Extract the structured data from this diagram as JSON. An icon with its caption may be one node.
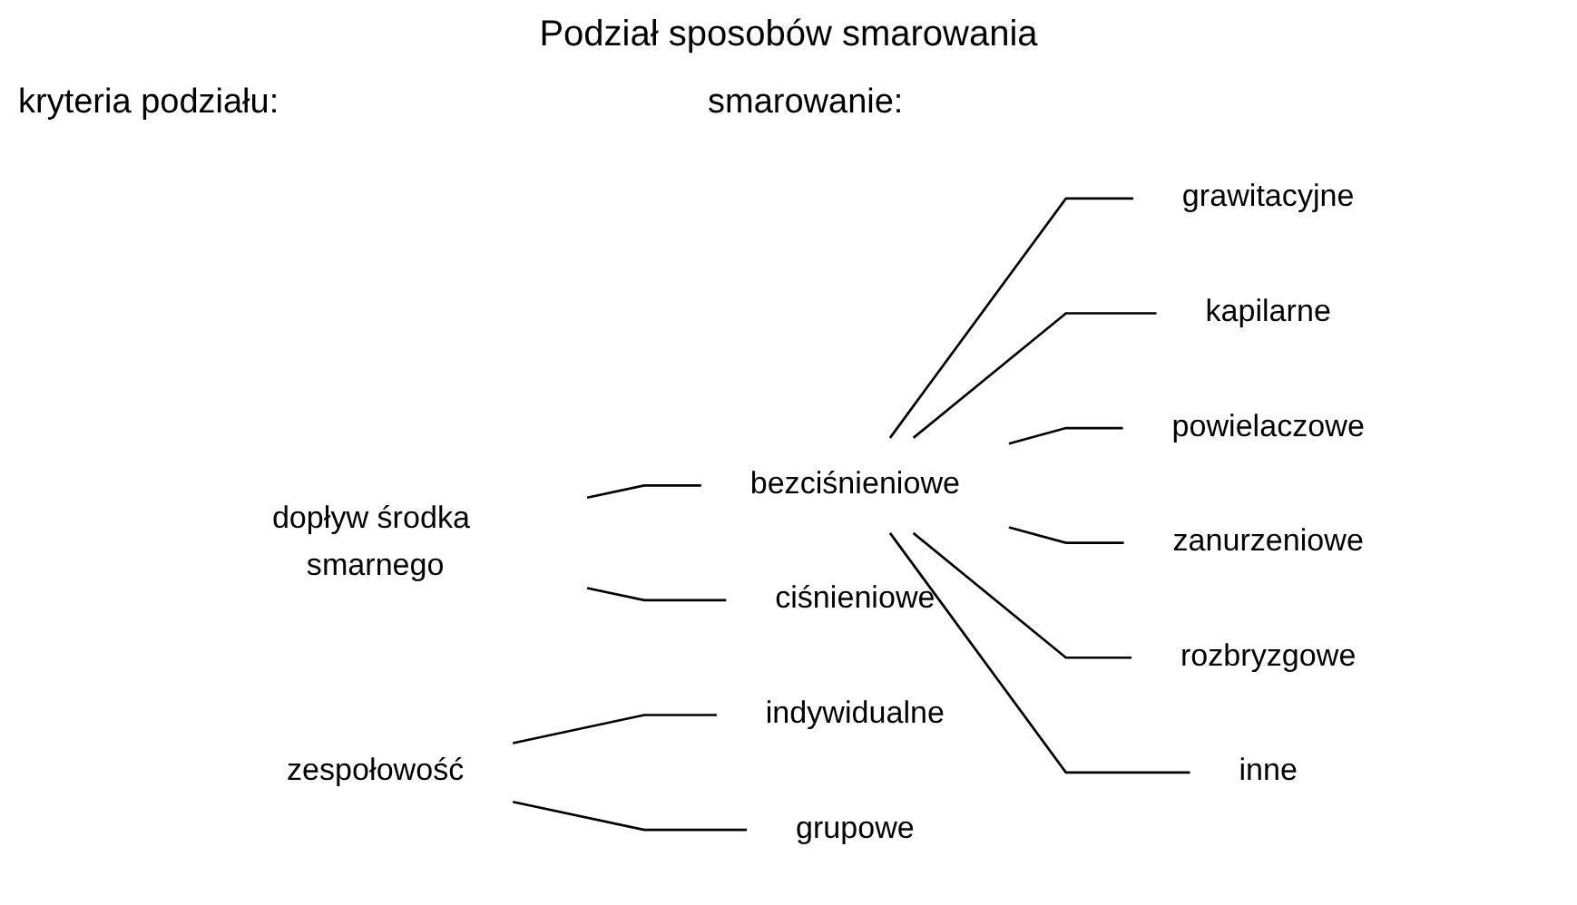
{
  "diagram": {
    "title": "Podział sposobów smarowania",
    "nodes": [
      {
        "text": [
          "dopływ środka smarnego"
        ]
      },
      {
        "text": [
          "bezciśnieniowe"
        ]
      },
      {
        "text": [
          "ciśnieniowe"
        ]
      },
      {
        "text": [
          "grawitacyjne"
        ]
      },
      {
        "text": [
          "kapilarne"
        ]
      },
      {
        "text": [
          "powielaczowe"
        ]
      },
      {
        "text": [
          "zanurzeniowe"
        ]
      },
      {
        "text": [
          "rozbryzgowe"
        ]
      },
      {
        "text": [
          "inne"
        ]
      },
      {
        "text": [
          "zespołowość"
        ]
      },
      {
        "text": [
          "indywidualne"
        ]
      },
      {
        "text": [
          "grupowe"
        ]
      }
    ],
    "edges": [
      {
        "from": 0,
        "to": 1,
        "arrow": "none"
      },
      {
        "from": 0,
        "to": 2,
        "arrow": "none"
      },
      {
        "from": 1,
        "to": 3,
        "arrow": "none"
      },
      {
        "from": 1,
        "to": 4,
        "arrow": "none"
      },
      {
        "from": 1,
        "to": 5,
        "arrow": "none"
      },
      {
        "from": 1,
        "to": 6,
        "arrow": "none"
      },
      {
        "from": 1,
        "to": 7,
        "arrow": "none"
      },
      {
        "from": 1,
        "to": 8,
        "arrow": "none"
      },
      {
        "from": 9,
        "to": 10,
        "arrow": "none"
      },
      {
        "from": 9,
        "to": 11,
        "arrow": "none"
      }
    ],
    "labels": [
      "kryteria podziału:",
      "smarowanie:"
    ]
  }
}
